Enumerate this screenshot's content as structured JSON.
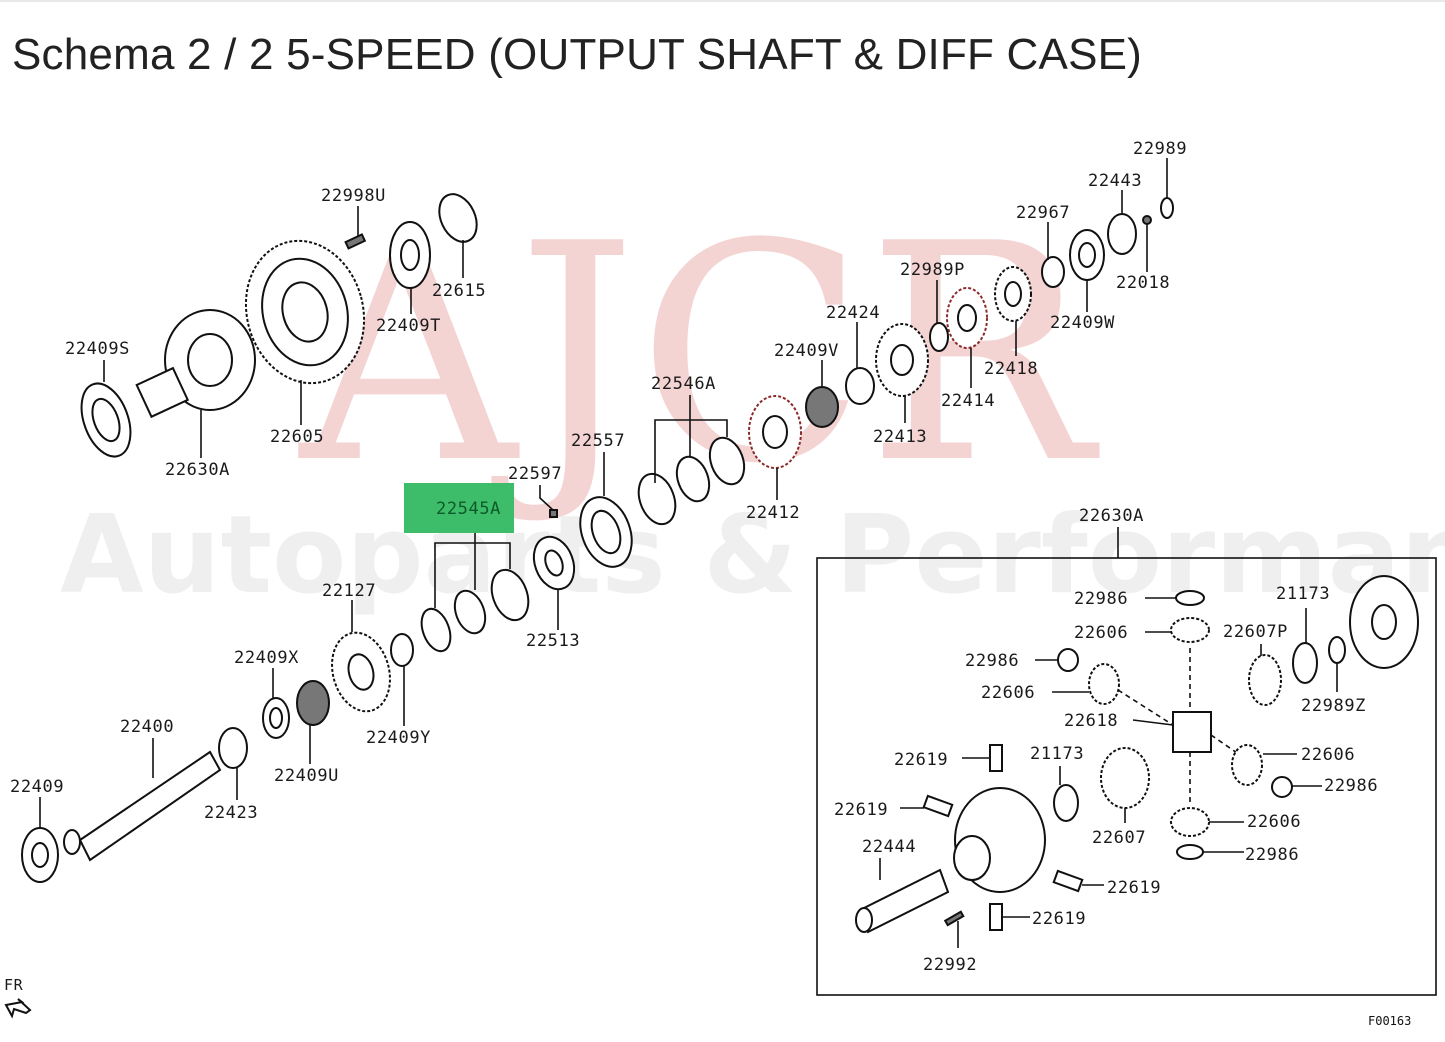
{
  "title": "Schema 2 / 2 5-SPEED (OUTPUT SHAFT & DIFF CASE)",
  "watermark": {
    "line1": "AJCR",
    "line2": "Autoparts & Performance"
  },
  "highlight": {
    "label": "22545A",
    "color": "#3dbd6a"
  },
  "labels": [
    "22989",
    "22443",
    "22967",
    "22018",
    "22409W",
    "22998U",
    "22615",
    "22409T",
    "22989P",
    "22418",
    "22424",
    "22414",
    "22409S",
    "22605",
    "22630A",
    "22409V",
    "22413",
    "22546A",
    "22557",
    "22412",
    "22597",
    "22545A",
    "22630A",
    "22127",
    "22513",
    "22409X",
    "22409Y",
    "22400",
    "22409U",
    "22409",
    "22423",
    "22986",
    "21173",
    "22606",
    "22607P",
    "22986",
    "22606",
    "22989Z",
    "22618",
    "22606",
    "22619",
    "21173",
    "22986",
    "22619",
    "22607",
    "22606",
    "22444",
    "22986",
    "22619",
    "22619",
    "22992"
  ],
  "fr_mark": "FR",
  "figure_code": "F00163"
}
